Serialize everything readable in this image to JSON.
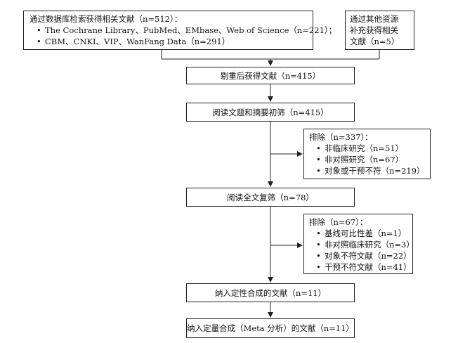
{
  "db_search": {
    "title": "通过数据库检索获得相关文献（n=512）：",
    "items": [
      "The Cochrane Library、PubMed、EMbase、Web of Science（n=221）；",
      "CBM、CNKI、VIP、WanFang Data（n=291）"
    ]
  },
  "other_sources": {
    "lines": [
      "通过其他资源",
      "补充获得相关",
      "文献（n=5）"
    ]
  },
  "dedup": "剔重后获得文献（n=415）",
  "title_screen": "阅读文题和摘要初筛（n=415）",
  "exclude1": {
    "title": "排除（n=337）：",
    "items": [
      "非临床研究（n=51）",
      "非对照研究（n=67）",
      "对象或干预不符（n=219）"
    ]
  },
  "fulltext": "阅读全文复筛（n=78）",
  "exclude2": {
    "title": "排除（n=67）：",
    "items": [
      "基线可比性差（n=1）",
      "非对照临床研究（n=3）",
      "对象不符文献（n=22）",
      "干预不符文献（n=41）"
    ]
  },
  "qualitative": "纳入定性合成的文献（n=11）",
  "quantitative": "纳入定量合成（Meta 分析）的文献（n=11）"
}
